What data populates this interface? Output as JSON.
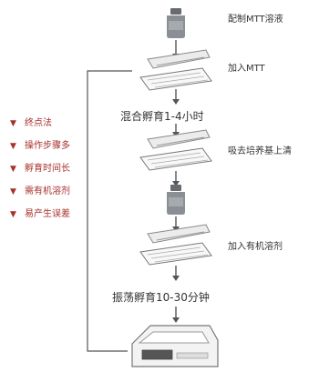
{
  "steps": {
    "step1_label": "配制MTT溶液",
    "step2_label": "加入MTT",
    "step3_label": "混合孵育1-4小时",
    "step4_label": "吸去培养基上清",
    "step5_label": "加入有机溶剂",
    "step6_label": "振荡孵育10-30分钟"
  },
  "drawbacks": {
    "bullet_symbol": "▼",
    "items": [
      "终点法",
      "操作步骤多",
      "孵育时间长",
      "需有机溶剂",
      "易产生误差"
    ]
  },
  "colors": {
    "bullet_red": "#a8302c",
    "text": "#333333",
    "line": "#555555",
    "device_fill": "#f3f3f3",
    "device_stroke": "#777777",
    "bottle_body": "#8b8f93",
    "bottle_cap": "#666b70"
  }
}
